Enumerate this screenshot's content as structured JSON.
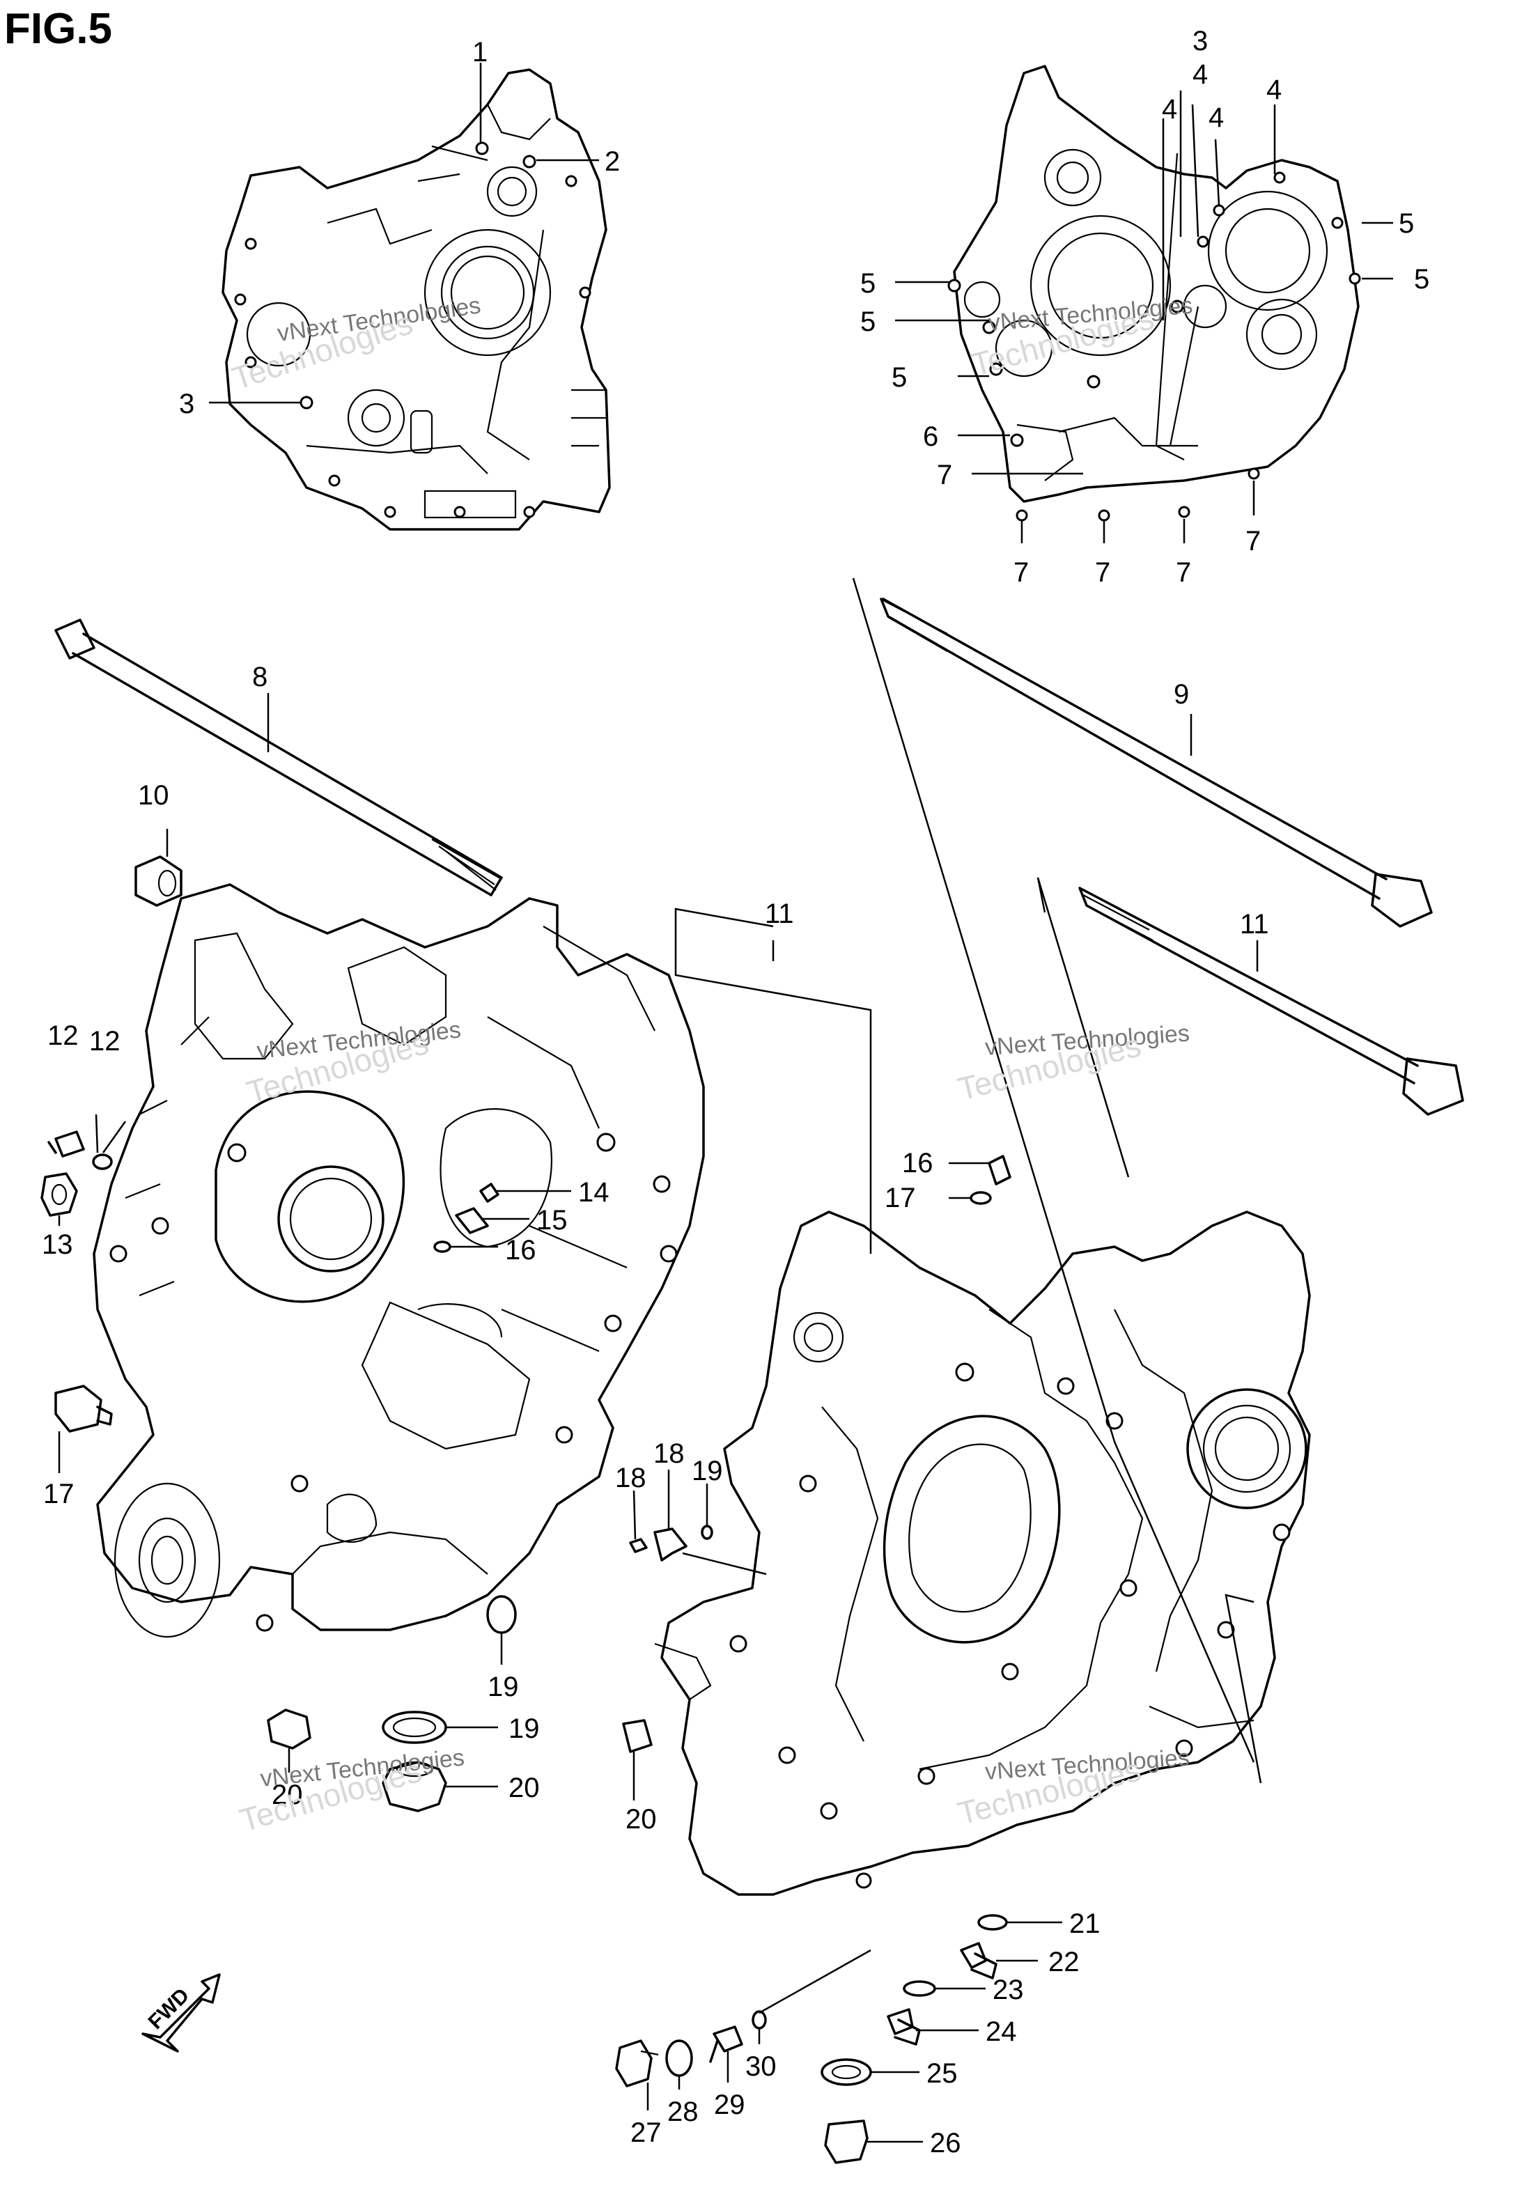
{
  "figure": {
    "title": "FIG.5"
  },
  "watermark": {
    "line1": "vNext Technologies",
    "line2": "Technologies"
  },
  "direction_arrow": {
    "label": "FWD",
    "icon": "arrow-left-down-icon"
  },
  "callouts": [
    "1",
    "2",
    "3",
    "3",
    "4",
    "4",
    "4",
    "4",
    "5",
    "5",
    "5",
    "5",
    "5",
    "6",
    "7",
    "7",
    "7",
    "7",
    "7",
    "8",
    "9",
    "10",
    "11",
    "11",
    "12",
    "12",
    "13",
    "14",
    "15",
    "16",
    "16",
    "17",
    "17",
    "18",
    "18",
    "19",
    "19",
    "19",
    "20",
    "20",
    "20",
    "21",
    "22",
    "23",
    "24",
    "25",
    "26",
    "27",
    "28",
    "29",
    "30"
  ]
}
